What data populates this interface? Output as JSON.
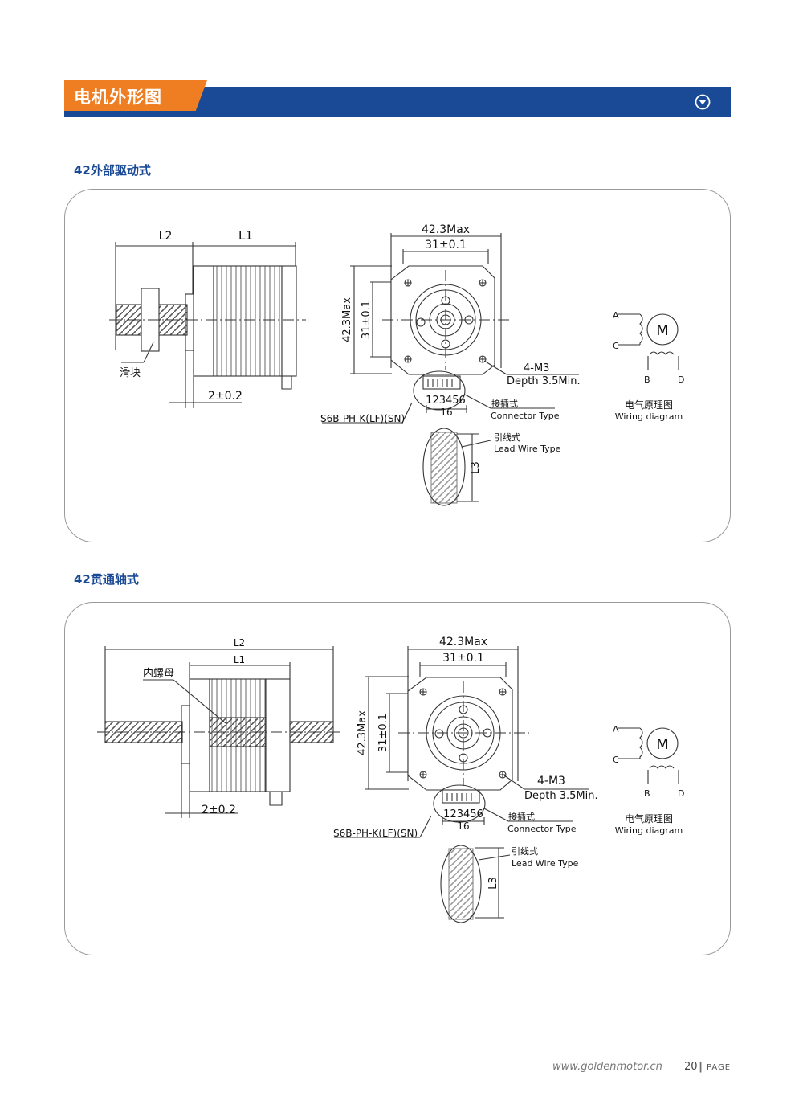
{
  "header": {
    "title": "电机外形图",
    "accent": "#ef7d22",
    "bar": "#1a4a95"
  },
  "section1": {
    "title": "42外部驱动式",
    "dims": {
      "l2": "L2",
      "l1": "L1",
      "gap": "2±0.2",
      "max": "42.3Max",
      "pitch": "31±0.1",
      "l3": "L3",
      "pins": "123456",
      "pin_w": "16"
    },
    "labels": {
      "slider": "滑块",
      "screw": "4-M3",
      "depth": "Depth 3.5Min.",
      "connector_model": "S6B-PH-K(LF)(SN)",
      "connector_cn": "接插式",
      "connector_en": "Connector Type",
      "lead_cn": "引线式",
      "lead_en": "Lead Wire Type"
    },
    "wiring": {
      "a": "A",
      "c": "C",
      "b": "B",
      "d": "D",
      "m": "M",
      "cn": "电气原理图",
      "en": "Wiring diagram"
    }
  },
  "section2": {
    "title": "42贯通轴式",
    "dims": {
      "l2": "L2",
      "l1": "L1",
      "gap": "2±0.2",
      "max": "42.3Max",
      "pitch": "31±0.1",
      "l3": "L3",
      "pins": "123456",
      "pin_w": "16"
    },
    "labels": {
      "nut": "内螺母",
      "screw": "4-M3",
      "depth": "Depth 3.5Min.",
      "connector_model": "S6B-PH-K(LF)(SN)",
      "connector_cn": "接插式",
      "connector_en": "Connector Type",
      "lead_cn": "引线式",
      "lead_en": "Lead Wire Type"
    },
    "wiring": {
      "a": "A",
      "c": "C",
      "b": "B",
      "d": "D",
      "m": "M",
      "cn": "电气原理图",
      "en": "Wiring diagram"
    }
  },
  "footer": {
    "url": "www.goldenmotor.cn",
    "page_number": "20",
    "page_label": "PAGE"
  }
}
